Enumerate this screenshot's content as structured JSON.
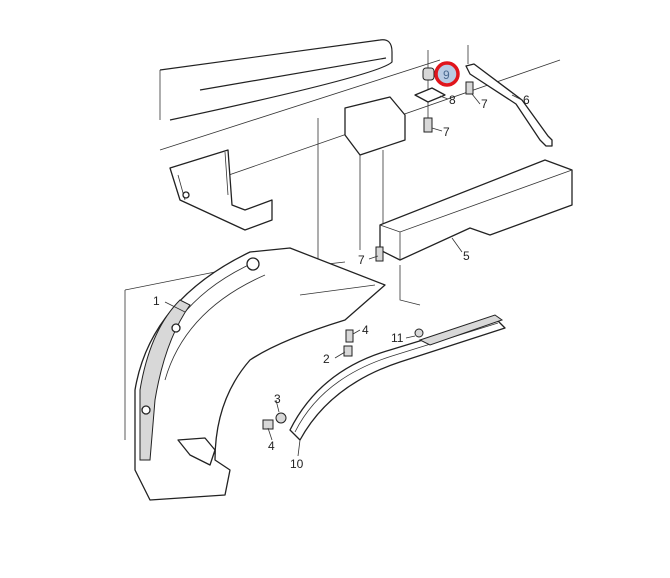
{
  "diagram": {
    "labels": {
      "p1": "1",
      "p2": "2",
      "p3": "3",
      "p4a": "4",
      "p4b": "4",
      "p5": "5",
      "p6": "6",
      "p7a": "7",
      "p7b": "7",
      "p7c": "7",
      "p8": "8",
      "p9": "9",
      "p10": "10",
      "p11": "11"
    },
    "highlighted_part": "9",
    "highlight_color": "#e0151c"
  }
}
